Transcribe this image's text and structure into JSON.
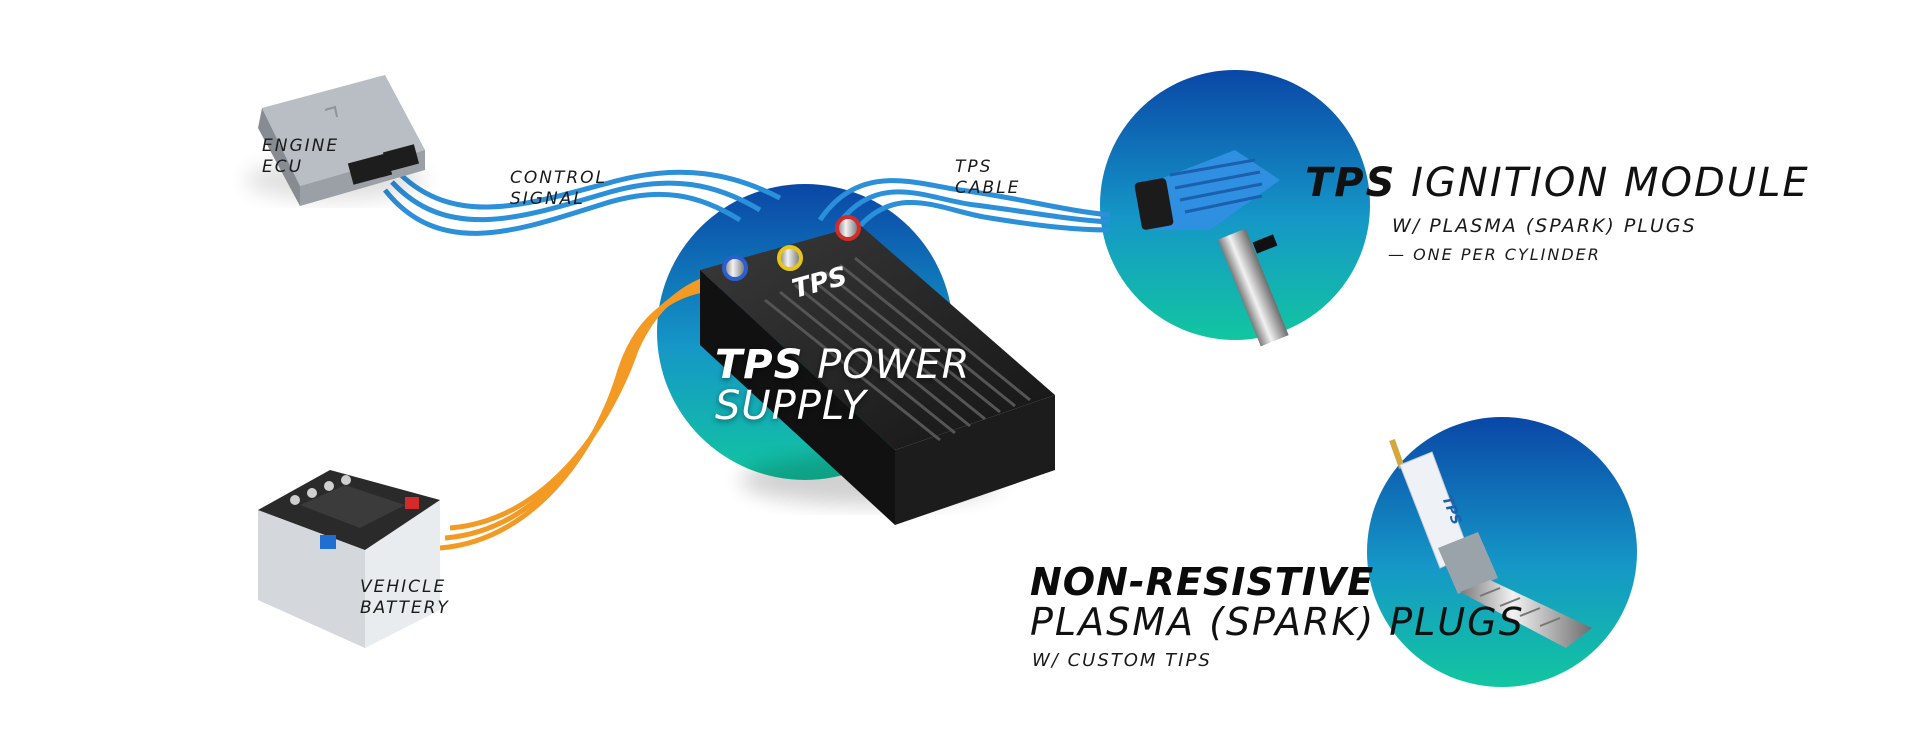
{
  "labels": {
    "ecu_line1": "ENGINE",
    "ecu_line2": "ECU",
    "control_line1": "CONTROL",
    "control_line2": "SIGNAL",
    "cable_line1": "TPS",
    "cable_line2": "CABLE",
    "battery_line1": "VEHICLE",
    "battery_line2": "BATTERY"
  },
  "power_supply": {
    "title_bold": "TPS",
    "title_rest": " POWER",
    "title_line2": "SUPPLY",
    "logo": "TPS"
  },
  "ignition_module": {
    "title_bold": "TPS",
    "title_rest": " IGNITION MODULE",
    "sub1": "W/ PLASMA (SPARK) PLUGS",
    "sub2": "— ONE PER CYLINDER"
  },
  "plugs": {
    "title_line1": "NON-RESISTIVE",
    "title_line2": "PLASMA (SPARK) PLUGS",
    "sub": "W/ CUSTOM TIPS",
    "logo": "TPS"
  },
  "colors": {
    "signal_wire": "#2b8fd9",
    "power_wire": "#f39a24",
    "circle_top": "#0a47a6",
    "circle_bottom": "#12c6a0"
  },
  "icons": [
    "engine-ecu-icon",
    "vehicle-battery-icon",
    "power-supply-unit",
    "ignition-module-coil",
    "spark-plug-icon"
  ]
}
